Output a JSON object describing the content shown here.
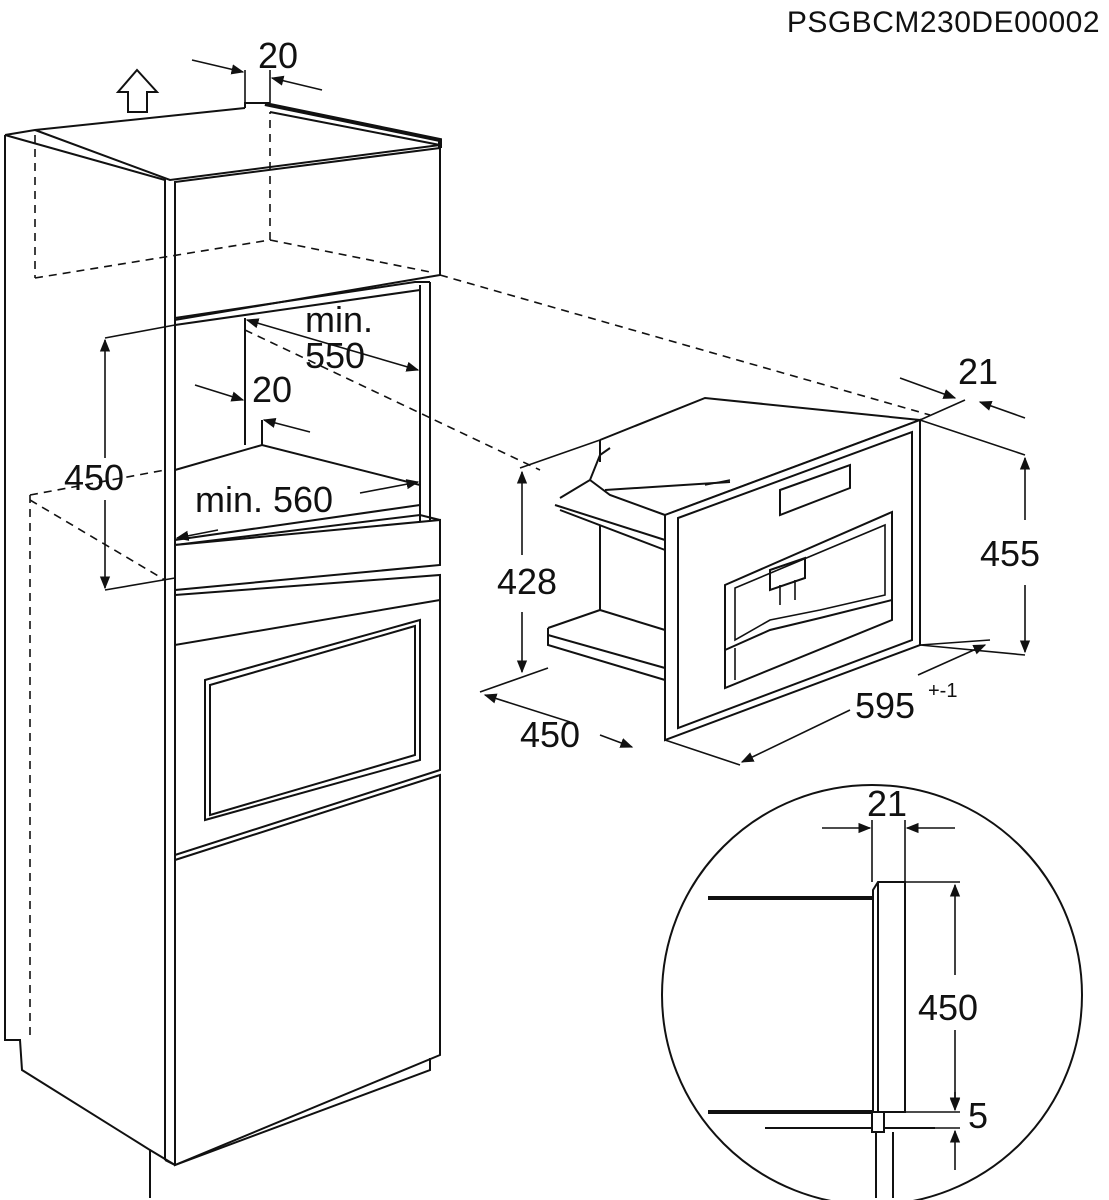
{
  "document_code": "PSGBCM230DE00002",
  "cabinet": {
    "top_gap": "20",
    "niche_depth_label": "min.",
    "niche_depth_value": "550",
    "back_gap": "20",
    "niche_height": "450",
    "niche_width": "min. 560"
  },
  "appliance": {
    "frame_depth": "21",
    "front_height": "455",
    "body_height": "428",
    "depth": "450",
    "width": "595",
    "width_tolerance": "+-1"
  },
  "detail": {
    "frame_depth": "21",
    "height": "450",
    "gap": "5"
  },
  "icons": {
    "up_arrow": "up-arrow-icon"
  }
}
